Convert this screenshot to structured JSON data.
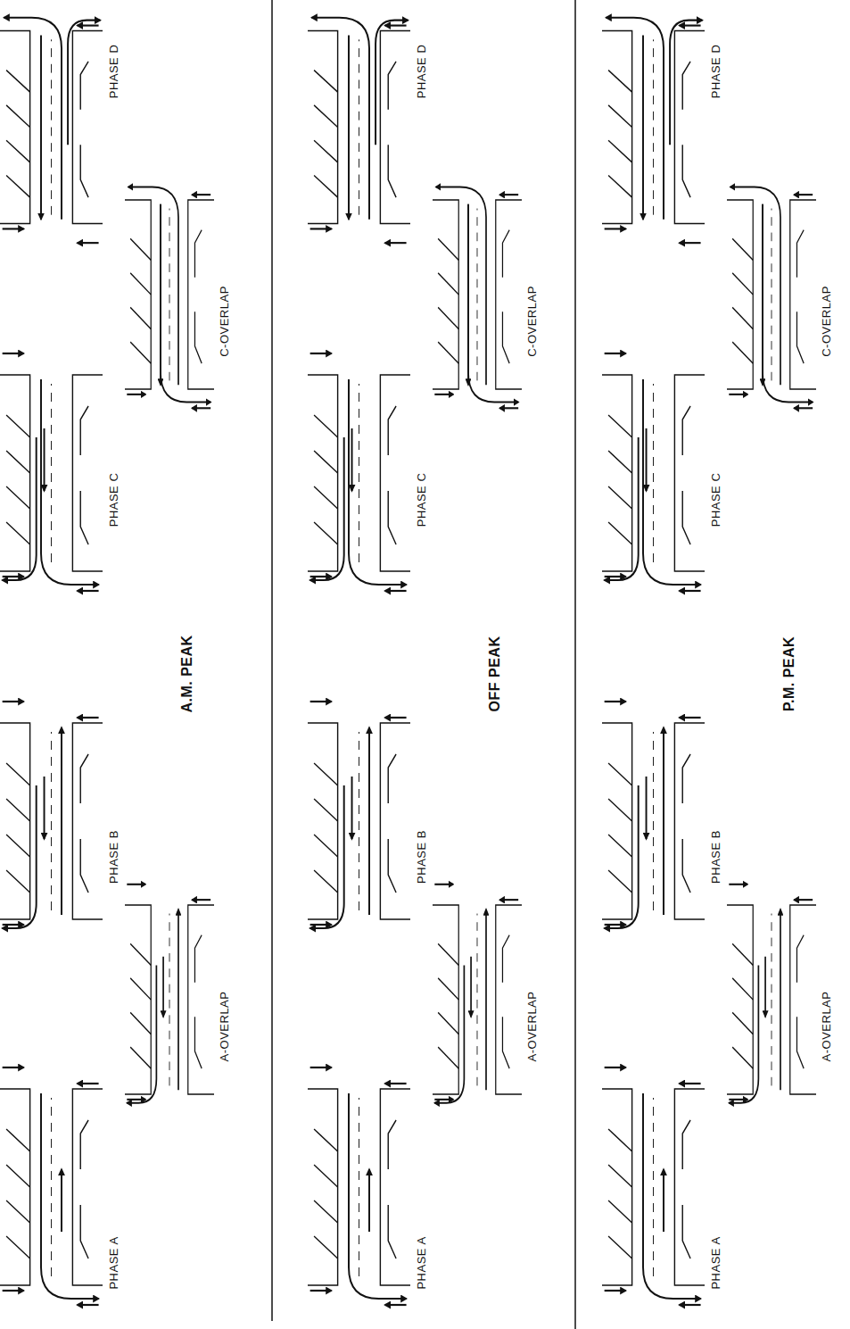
{
  "diagram": {
    "labels": [
      "PHASE A",
      "PHASE B",
      "PHASE C",
      "PHASE D",
      "A-OVERLAP",
      "C-OVERLAP",
      "A.M. PEAK",
      "PHASE A",
      "PHASE B",
      "PHASE C",
      "PHASE D",
      "A-OVERLAP",
      "C-OVERLAP",
      "OFF PEAK",
      "PHASE A",
      "PHASE B",
      "PHASE C",
      "PHASE D",
      "A-OVERLAP",
      "C-OVERLAP",
      "P.M. PEAK"
    ]
  }
}
